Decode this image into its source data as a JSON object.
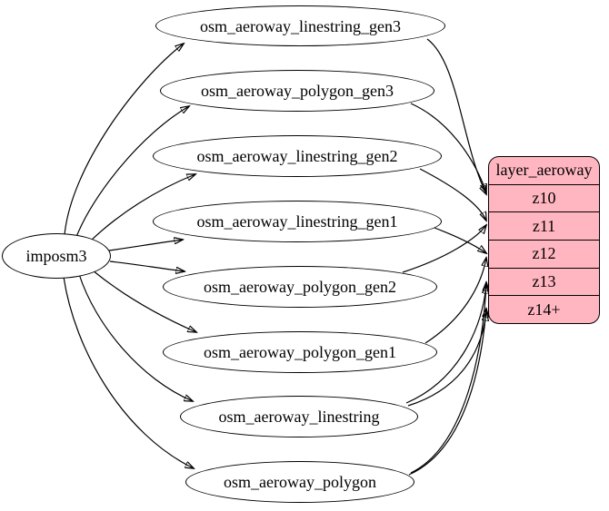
{
  "diagram": {
    "source_node": {
      "label": "imposm3"
    },
    "tables": [
      {
        "label": "osm_aeroway_linestring_gen3"
      },
      {
        "label": "osm_aeroway_polygon_gen3"
      },
      {
        "label": "osm_aeroway_linestring_gen2"
      },
      {
        "label": "osm_aeroway_linestring_gen1"
      },
      {
        "label": "osm_aeroway_polygon_gen2"
      },
      {
        "label": "osm_aeroway_polygon_gen1"
      },
      {
        "label": "osm_aeroway_linestring"
      },
      {
        "label": "osm_aeroway_polygon"
      }
    ],
    "layer": {
      "title": "layer_aeroway",
      "rows": [
        "z10",
        "z11",
        "z12",
        "z13",
        "z14+"
      ]
    },
    "edges": [
      {
        "from": "imposm3",
        "to": "osm_aeroway_linestring_gen3"
      },
      {
        "from": "imposm3",
        "to": "osm_aeroway_polygon_gen3"
      },
      {
        "from": "imposm3",
        "to": "osm_aeroway_linestring_gen2"
      },
      {
        "from": "imposm3",
        "to": "osm_aeroway_linestring_gen1"
      },
      {
        "from": "imposm3",
        "to": "osm_aeroway_polygon_gen2"
      },
      {
        "from": "imposm3",
        "to": "osm_aeroway_polygon_gen1"
      },
      {
        "from": "imposm3",
        "to": "osm_aeroway_linestring"
      },
      {
        "from": "imposm3",
        "to": "osm_aeroway_polygon"
      },
      {
        "from": "osm_aeroway_linestring_gen3",
        "to": "layer_aeroway:z10"
      },
      {
        "from": "osm_aeroway_polygon_gen3",
        "to": "layer_aeroway:z10"
      },
      {
        "from": "osm_aeroway_linestring_gen2",
        "to": "layer_aeroway:z11"
      },
      {
        "from": "osm_aeroway_polygon_gen2",
        "to": "layer_aeroway:z11"
      },
      {
        "from": "osm_aeroway_linestring_gen1",
        "to": "layer_aeroway:z12"
      },
      {
        "from": "osm_aeroway_polygon_gen1",
        "to": "layer_aeroway:z12"
      },
      {
        "from": "osm_aeroway_linestring",
        "to": "layer_aeroway:z13"
      },
      {
        "from": "osm_aeroway_polygon",
        "to": "layer_aeroway:z13"
      },
      {
        "from": "osm_aeroway_linestring",
        "to": "layer_aeroway:z14+"
      },
      {
        "from": "osm_aeroway_polygon",
        "to": "layer_aeroway:z14+"
      }
    ],
    "colors": {
      "layer_fill": "#ffb6c1",
      "node_fill": "#ffffff",
      "edge": "#000000"
    }
  }
}
